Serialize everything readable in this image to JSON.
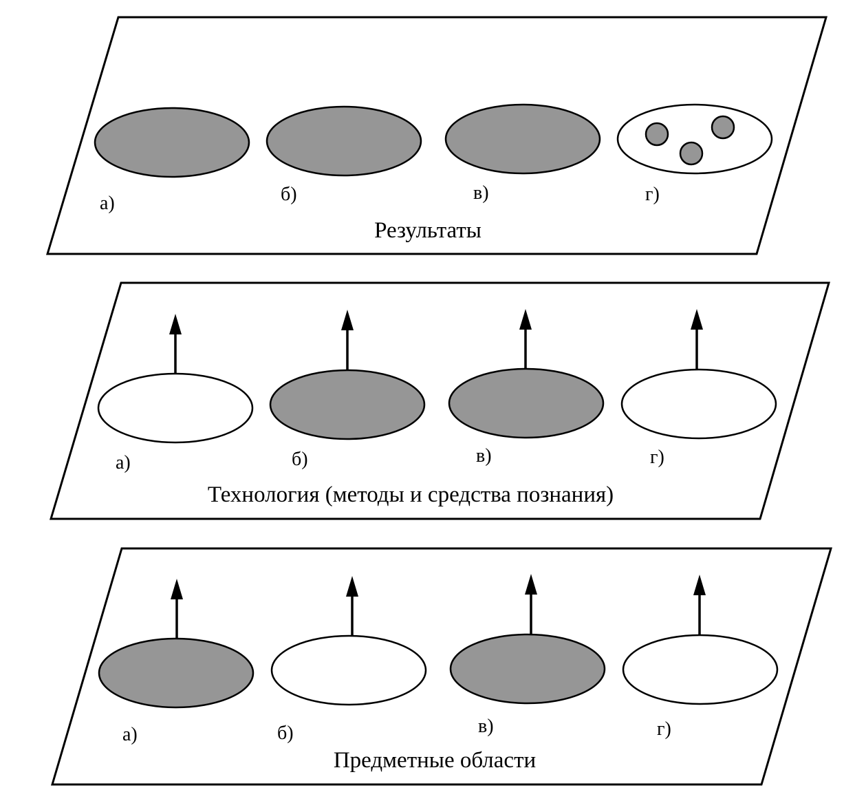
{
  "colors": {
    "filled": "#969696",
    "empty": "#ffffff",
    "line": "#000000"
  },
  "layers": [
    {
      "title": "Результаты",
      "items": [
        {
          "label": "а)",
          "state": "filled",
          "arrow": false
        },
        {
          "label": "б)",
          "state": "filled",
          "arrow": false
        },
        {
          "label": "в)",
          "state": "filled",
          "arrow": false
        },
        {
          "label": "г)",
          "state": "empty-with-dots",
          "arrow": false,
          "dots": 3
        }
      ]
    },
    {
      "title": "Технология (методы и средства познания)",
      "items": [
        {
          "label": "а)",
          "state": "empty",
          "arrow": true
        },
        {
          "label": "б)",
          "state": "filled",
          "arrow": true
        },
        {
          "label": "в)",
          "state": "filled",
          "arrow": true
        },
        {
          "label": "г)",
          "state": "empty",
          "arrow": true
        }
      ]
    },
    {
      "title": "Предметные области",
      "items": [
        {
          "label": "а)",
          "state": "filled",
          "arrow": true
        },
        {
          "label": "б)",
          "state": "empty",
          "arrow": true
        },
        {
          "label": "в)",
          "state": "filled",
          "arrow": true
        },
        {
          "label": "г)",
          "state": "empty",
          "arrow": true
        }
      ]
    }
  ]
}
